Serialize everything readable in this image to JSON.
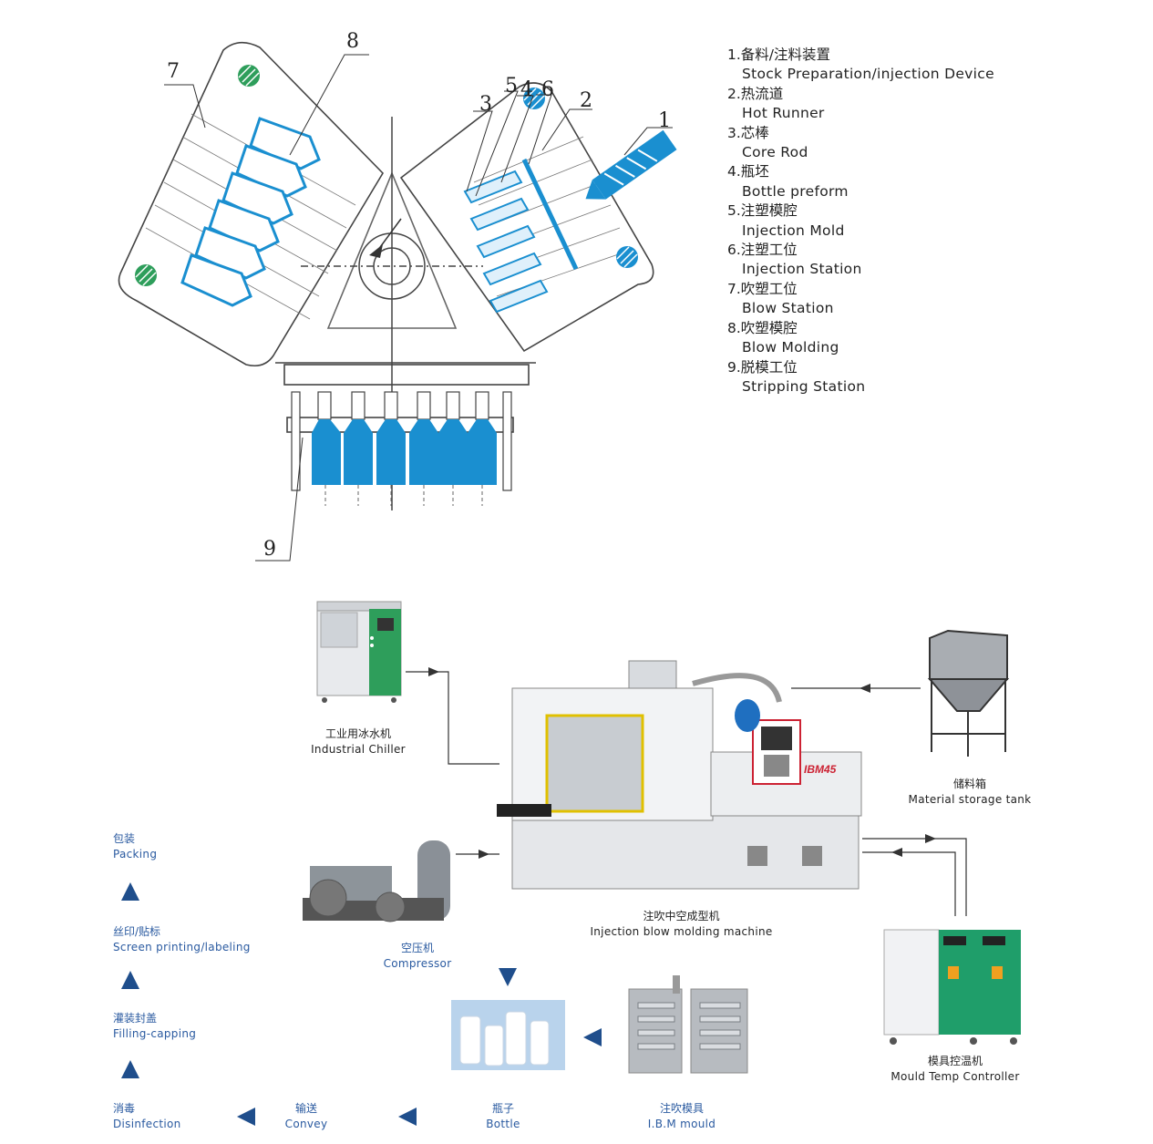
{
  "diagram": {
    "callouts": [
      "1",
      "2",
      "3",
      "4",
      "5",
      "6",
      "7",
      "8",
      "9"
    ]
  },
  "legend": [
    {
      "zh": "1.备料/注料装置",
      "en": "Stock  Preparation/injection  Device"
    },
    {
      "zh": "2.热流道",
      "en": "Hot  Runner"
    },
    {
      "zh": "3.芯棒",
      "en": "Core  Rod"
    },
    {
      "zh": "4.瓶坯",
      "en": "Bottle  preform"
    },
    {
      "zh": "5.注塑模腔",
      "en": "Injection  Mold"
    },
    {
      "zh": "6.注塑工位",
      "en": "Injection  Station"
    },
    {
      "zh": "7.吹塑工位",
      "en": "Blow  Station"
    },
    {
      "zh": "8.吹塑模腔",
      "en": "Blow  Molding"
    },
    {
      "zh": "9.脱模工位",
      "en": "Stripping  Station"
    }
  ],
  "equipment": {
    "chiller": {
      "zh": "工业用冰水机",
      "en": "Industrial Chiller"
    },
    "tank": {
      "zh": "储料箱",
      "en": "Material storage tank"
    },
    "machine": {
      "zh": "注吹中空成型机",
      "en": "Injection blow molding machine",
      "model": "IBM45"
    },
    "compressor": {
      "zh": "空压机",
      "en": "Compressor"
    },
    "temp_controller": {
      "zh": "模具控温机",
      "en": "Mould Temp Controller"
    },
    "mould": {
      "zh": "注吹模具",
      "en": "I.B.M mould"
    },
    "bottle": {
      "zh": "瓶子",
      "en": "Bottle"
    },
    "convey": {
      "zh": "输送",
      "en": "Convey"
    },
    "disinfection": {
      "zh": "消毒",
      "en": "Disinfection"
    },
    "filling": {
      "zh": "灌装封盖",
      "en": "Filling-capping"
    },
    "printing": {
      "zh": "丝印/贴标",
      "en": "Screen printing/labeling"
    },
    "packing": {
      "zh": "包装",
      "en": "Packing"
    }
  },
  "colors": {
    "accent": "#1a8fd0",
    "arrow": "#1f4e8c",
    "label": "#2a5aa0",
    "green": "#2e9e5b"
  }
}
